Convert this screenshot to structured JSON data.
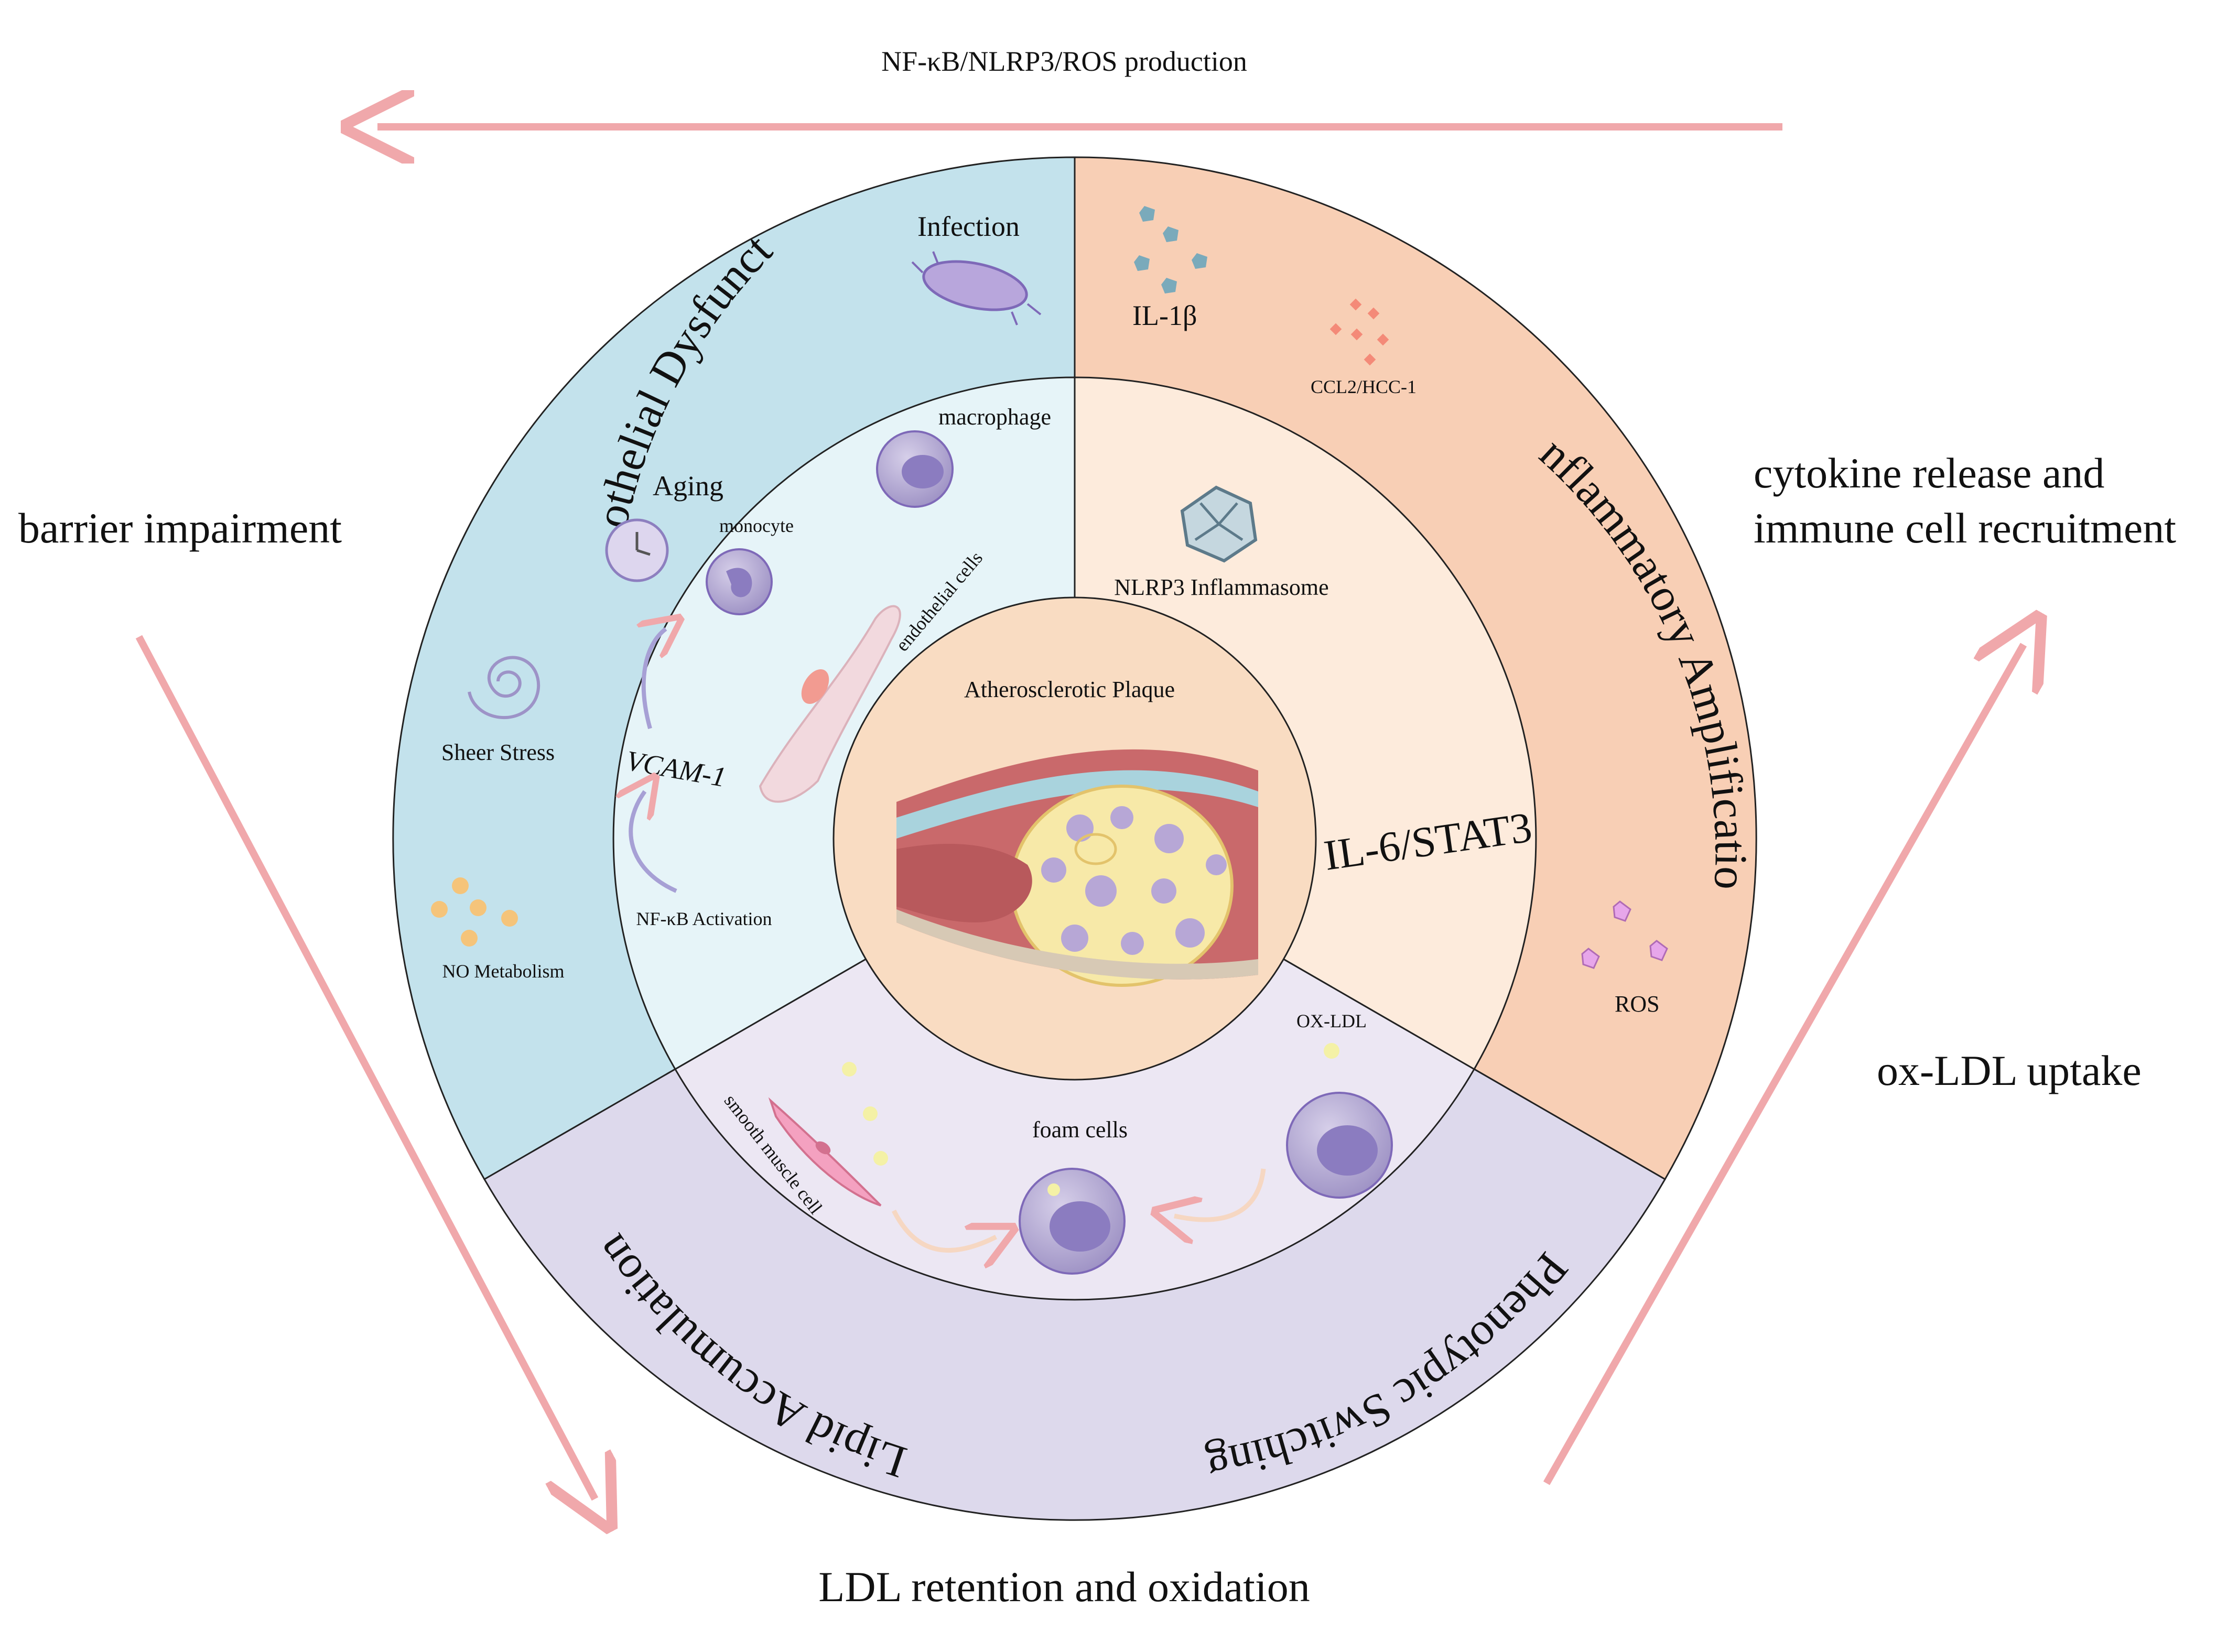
{
  "colors": {
    "endothelial_outer": "#c3e2ec",
    "endothelial_inner": "#e6f4f8",
    "inflammatory_outer": "#f8cfb5",
    "inflammatory_inner": "#fdebdc",
    "lipid_outer": "#ddd9ec",
    "lipid_inner": "#ece7f3",
    "plaque_core": "#f9dcc2",
    "arrow": "#f0a8ab",
    "il1b": "#7aaabb",
    "ccl2": "#f48a78",
    "ros": "#e7a6ea",
    "no": "#f5c47a",
    "cell": "#a79bcc",
    "nucleus": "#8b7cc0"
  },
  "cycle": {
    "top": "NF-κB/NLRP3/ROS production",
    "left": "barrier impairment",
    "right_line1": "cytokine release and",
    "right_line2": "immune cell recruitment",
    "right_lower": "ox-LDL uptake",
    "bottom": "LDL retention and oxidation"
  },
  "rings": {
    "endothelial": "Endothelial Dysfunction",
    "inflammatory": "Inflammatory Amplification",
    "lipid": "Lipid Accumulation",
    "phenotypic": "Phenotypic Switching"
  },
  "labels": {
    "infection": "Infection",
    "aging": "Aging",
    "sheer_stress": "Sheer Stress",
    "no_metabolism": "NO Metabolism",
    "il1b": "IL-1β",
    "ccl2": "CCL2/HCC-1",
    "ros": "ROS",
    "macrophage": "macrophage",
    "monocyte": "monocyte",
    "endothelial_cells": "endothelial cells",
    "vcam1": "VCAM-1",
    "nfkb_activation": "NF-κB Activation",
    "nlrp3": "NLRP3 Inflammasome",
    "il6": "IL-6/STAT3",
    "plaque": "Atherosclerotic Plaque",
    "oxldl": "OX-LDL",
    "foam_cells": "foam cells",
    "smooth_muscle": "smooth muscle cell"
  }
}
